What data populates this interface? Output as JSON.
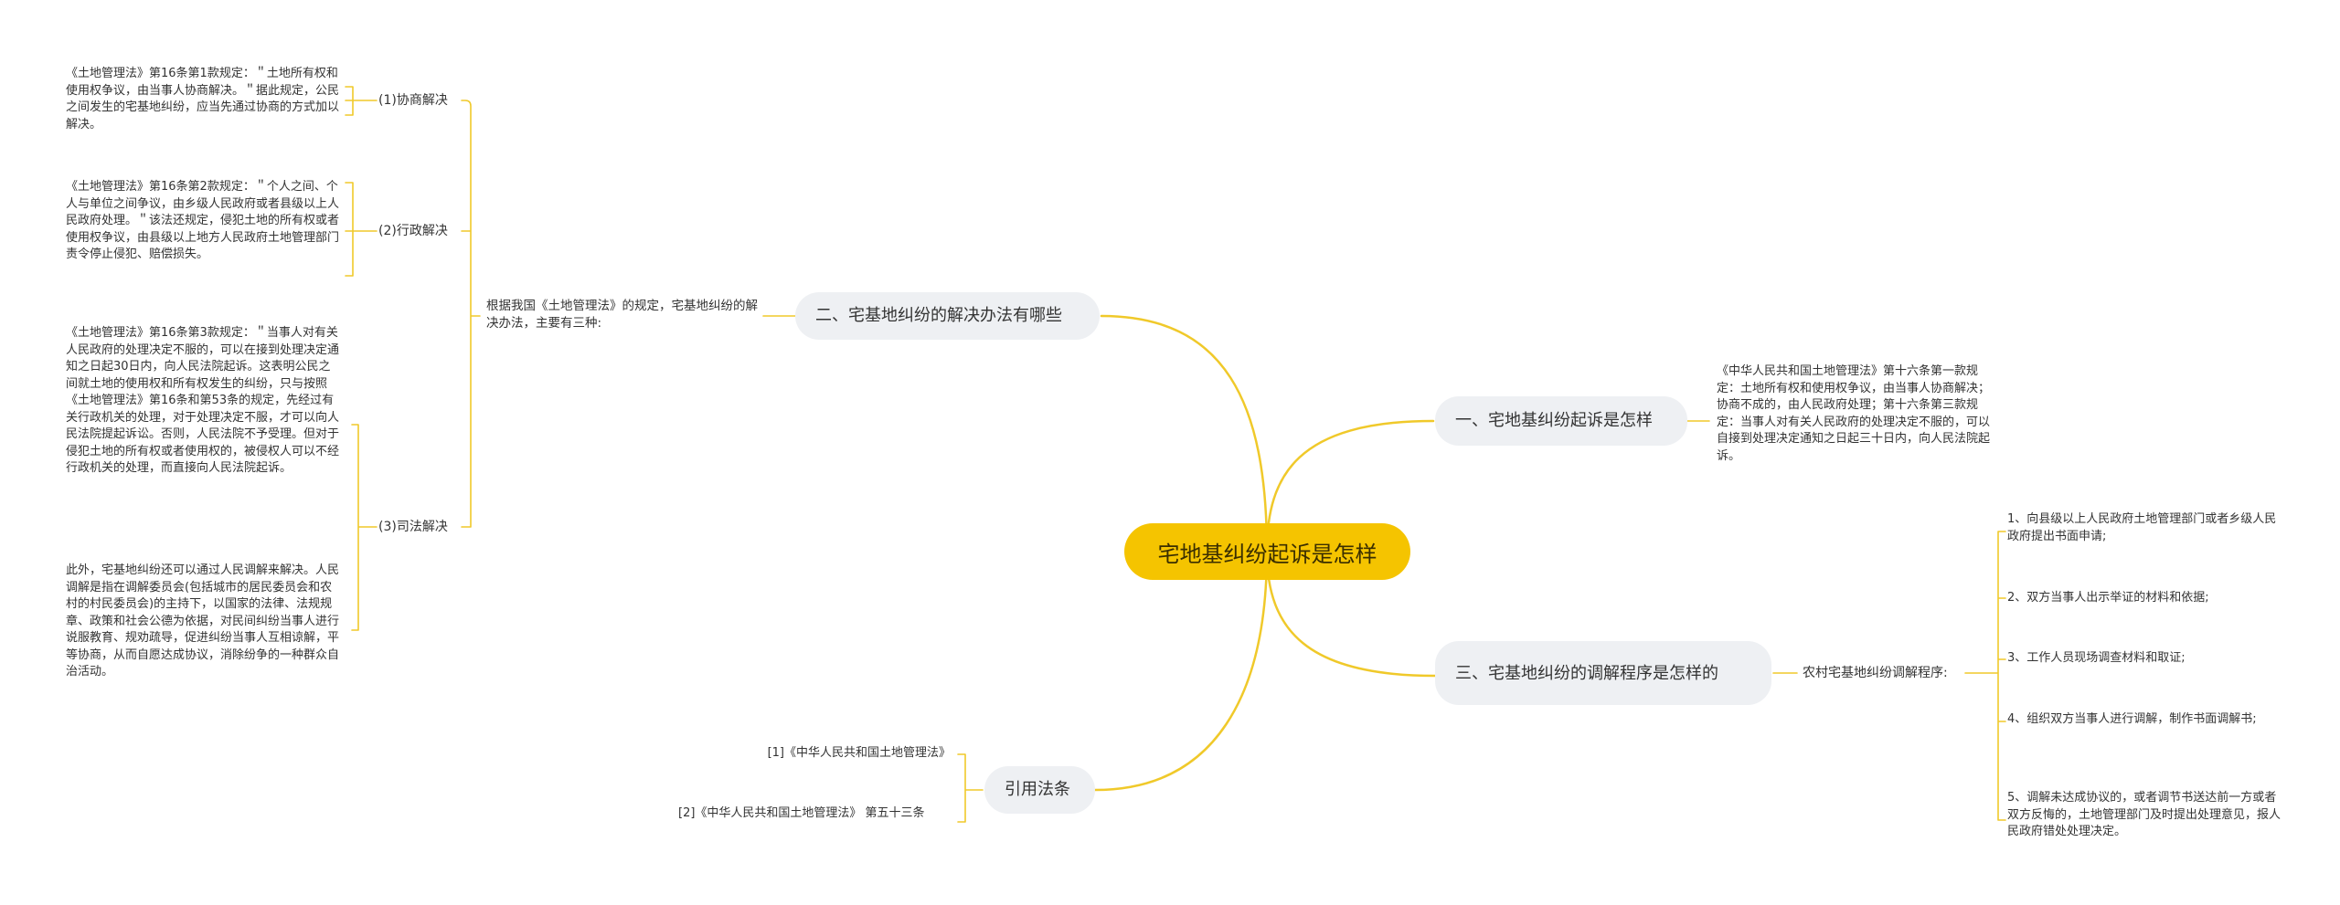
{
  "root": {
    "label": "宅地基纠纷起诉是怎样"
  },
  "colors": {
    "accent": "#f5c400",
    "line": "#f0c92a",
    "pill": "#eef0f3"
  },
  "branches": {
    "b1": {
      "label": "一、宅地基纠纷起诉是怎样",
      "detail": "《中华人民共和国土地管理法》第十六条第一款规定：土地所有权和使用权争议，由当事人协商解决；协商不成的，由人民政府处理；第十六条第三款规定：当事人对有关人民政府的处理决定不服的，可以自接到处理决定通知之日起三十日内，向人民法院起诉。"
    },
    "b2": {
      "label": "二、宅基地纠纷的解决办法有哪些",
      "intro": "根据我国《土地管理法》的规定，宅基地纠纷的解决办法，主要有三种:",
      "methods": [
        {
          "label": "(1)协商解决",
          "text": "《土地管理法》第16条第1款规定：＂土地所有权和使用权争议，由当事人协商解决。＂据此规定，公民之间发生的宅基地纠纷，应当先通过协商的方式加以解决。"
        },
        {
          "label": "(2)行政解决",
          "text": "《土地管理法》第16条第2款规定：＂个人之间、个人与单位之间争议，由乡级人民政府或者县级以上人民政府处理。＂该法还规定，侵犯土地的所有权或者使用权争议，由县级以上地方人民政府土地管理部门责令停止侵犯、赔偿损失。"
        },
        {
          "label": "(3)司法解决",
          "text": "《土地管理法》第16条第3款规定：＂当事人对有关人民政府的处理决定不服的，可以在接到处理决定通知之日起30日内，向人民法院起诉。这表明公民之间就土地的使用权和所有权发生的纠纷，只与按照《土地管理法》第16条和第53条的规定，先经过有关行政机关的处理，对于处理决定不服，才可以向人民法院提起诉讼。否则，人民法院不予受理。但对于侵犯土地的所有权或者使用权的，被侵权人可以不经行政机关的处理，而直接向人民法院起诉。"
        }
      ],
      "extra": "此外，宅基地纠纷还可以通过人民调解来解决。人民调解是指在调解委员会(包括城市的居民委员会和农村的村民委员会)的主持下，以国家的法律、法规规章、政策和社会公德为依据，对民间纠纷当事人进行说服教育、规劝疏导，促进纠纷当事人互相谅解，平等协商，从而自愿达成协议，消除纷争的一种群众自治活动。"
    },
    "b3": {
      "label": "三、宅基地纠纷的调解程序是怎样的",
      "intro": "农村宅基地纠纷调解程序:",
      "steps": [
        "1、向县级以上人民政府土地管理部门或者乡级人民政府提出书面申请;",
        "2、双方当事人出示举证的材料和依据;",
        "3、工作人员现场调查材料和取证;",
        "4、组织双方当事人进行调解，制作书面调解书;",
        "5、调解未达成协议的，或者调节书送达前一方或者双方反悔的，土地管理部门及时提出处理意见，报人民政府错处处理决定。"
      ]
    },
    "refs": {
      "label": "引用法条",
      "items": [
        "[1]《中华人民共和国土地管理法》",
        "[2]《中华人民共和国土地管理法》 第五十三条"
      ]
    }
  }
}
